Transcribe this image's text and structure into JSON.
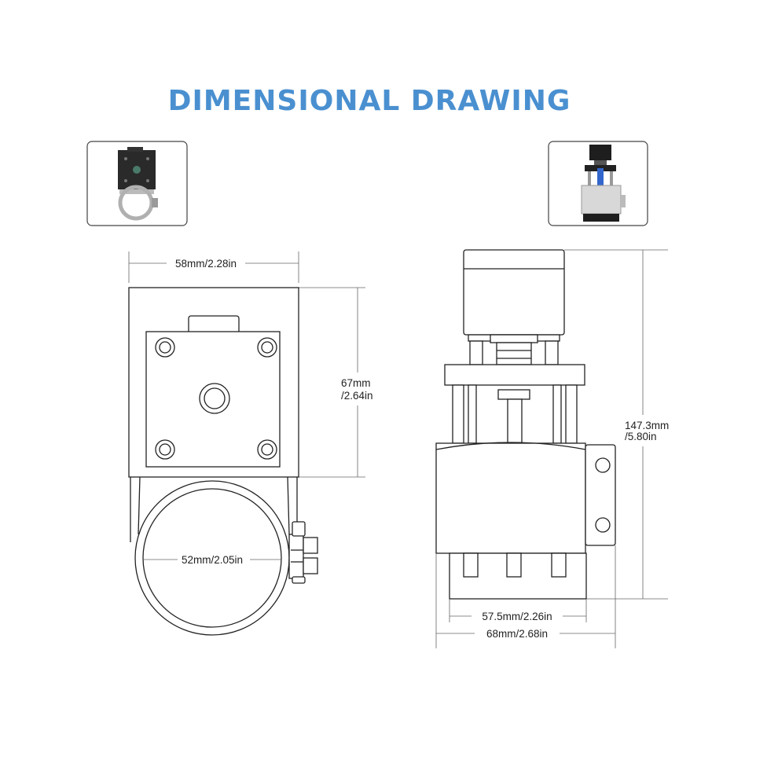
{
  "title": "DIMENSIONAL DRAWING",
  "colors": {
    "title": "#4a90d0",
    "line": "#222222",
    "dim_line": "#666666"
  },
  "dimensions": {
    "width_top": "58mm/2.28in",
    "height_plate_mm": "67mm",
    "height_plate_in": "/2.64in",
    "ring_diameter": "52mm/2.05in",
    "total_height_mm": "147.3mm",
    "total_height_in": "/5.80in",
    "inner_width": "57.5mm/2.26in",
    "outer_width": "68mm/2.68in"
  }
}
